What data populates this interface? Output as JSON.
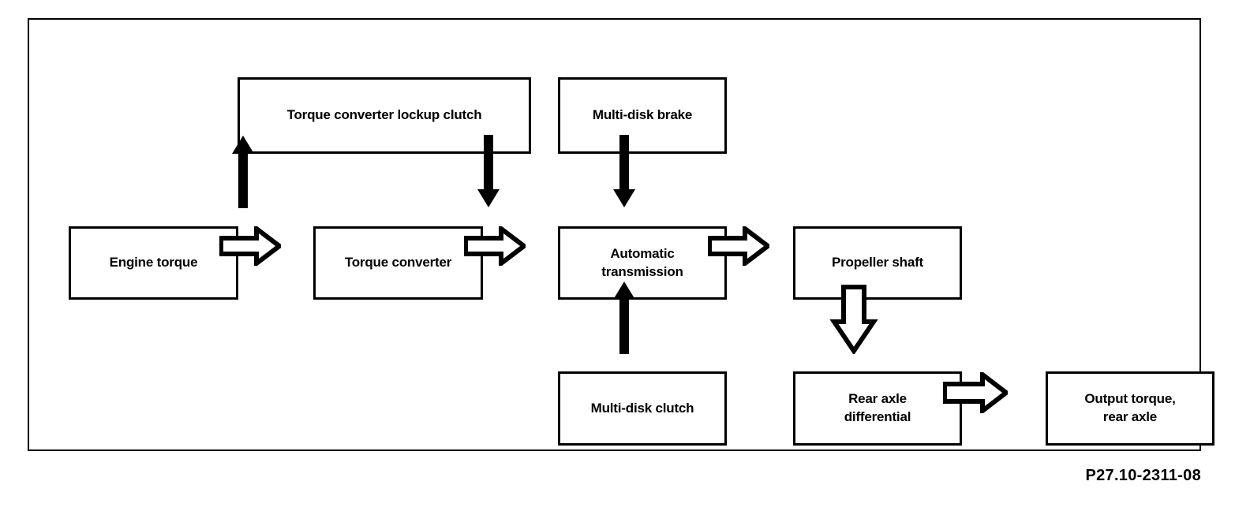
{
  "diagram": {
    "caption": "P27.10-2311-08",
    "nodes": [
      {
        "id": "lockup-clutch",
        "label": "Torque converter lockup clutch"
      },
      {
        "id": "multi-disk-brake",
        "label": "Multi-disk brake"
      },
      {
        "id": "engine-torque",
        "label": "Engine torque"
      },
      {
        "id": "torque-converter",
        "label": "Torque converter"
      },
      {
        "id": "automatic-transmission",
        "label": "Automatic\ntransmission"
      },
      {
        "id": "propeller-shaft",
        "label": "Propeller shaft"
      },
      {
        "id": "multi-disk-clutch",
        "label": "Multi-disk clutch"
      },
      {
        "id": "rear-axle-differential",
        "label": "Rear axle\ndifferential"
      },
      {
        "id": "output-torque",
        "label": "Output torque,\nrear axle"
      }
    ],
    "connectors": [
      {
        "id": "engine-to-converter",
        "style": "hollow-block",
        "direction": "right",
        "from": "engine-torque",
        "to": "torque-converter"
      },
      {
        "id": "converter-to-transmission",
        "style": "hollow-block",
        "direction": "right",
        "from": "torque-converter",
        "to": "automatic-transmission"
      },
      {
        "id": "transmission-to-propeller",
        "style": "hollow-block",
        "direction": "right",
        "from": "automatic-transmission",
        "to": "propeller-shaft"
      },
      {
        "id": "propeller-to-differential",
        "style": "hollow-block",
        "direction": "down",
        "from": "propeller-shaft",
        "to": "rear-axle-differential"
      },
      {
        "id": "differential-to-output",
        "style": "hollow-block",
        "direction": "right",
        "from": "rear-axle-differential",
        "to": "output-torque"
      },
      {
        "id": "converter-to-lockup",
        "style": "solid-line",
        "direction": "up",
        "from": "torque-converter",
        "to": "lockup-clutch"
      },
      {
        "id": "lockup-to-converter",
        "style": "solid-line",
        "direction": "down",
        "from": "lockup-clutch",
        "to": "automatic-transmission"
      },
      {
        "id": "brake-to-transmission",
        "style": "solid-line",
        "direction": "down",
        "from": "multi-disk-brake",
        "to": "automatic-transmission"
      },
      {
        "id": "clutch-to-transmission",
        "style": "solid-line",
        "direction": "up",
        "from": "multi-disk-clutch",
        "to": "automatic-transmission"
      }
    ],
    "colors": {
      "line": "#000000",
      "background": "#ffffff",
      "box_fill": "#ffffff"
    }
  }
}
